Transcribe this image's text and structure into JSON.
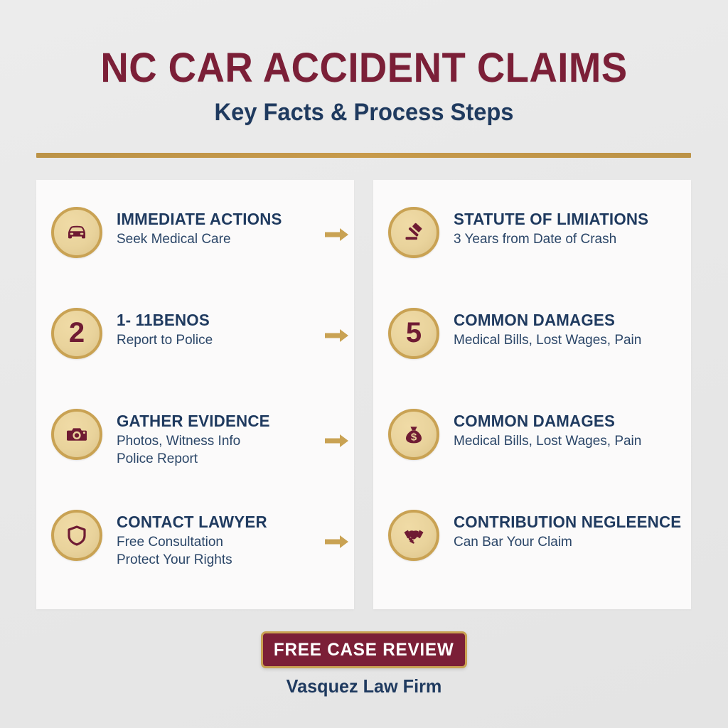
{
  "header": {
    "title": "NC CAR ACCIDENT CLAIMS",
    "subtitle": "Key Facts & Process Steps"
  },
  "colors": {
    "maroon": "#7b1f37",
    "navy": "#1f3a5f",
    "gold": "#c9a253",
    "gold_rule": "#bc9347",
    "medallion_fill": "#e9d39c",
    "panel_bg": "#fbfafa",
    "page_bg": "#e9e9e9",
    "icon_glyph": "#6f1b33"
  },
  "left_panel": {
    "items": [
      {
        "icon": "car-icon",
        "badge_type": "icon",
        "title": "IMMEDIATE ACTIONS",
        "lines": [
          "Seek Medical Care"
        ],
        "arrow": "arrow-right-icon"
      },
      {
        "icon": "number-2-badge",
        "badge_type": "number",
        "number": "2",
        "title": "1- 11BENOS",
        "lines": [
          "Report to Police"
        ],
        "arrow": "arrow-right-icon"
      },
      {
        "icon": "camera-icon",
        "badge_type": "icon",
        "title": "GATHER EVIDENCE",
        "lines": [
          "Photos, Witness Info",
          "Police Report"
        ],
        "arrow": "arrow-right-icon"
      },
      {
        "icon": "shield-icon",
        "badge_type": "icon",
        "title": "CONTACT LAWYER",
        "lines": [
          "Free Consultation",
          "Protect Your Rights"
        ],
        "arrow": "arrow-right-icon"
      }
    ]
  },
  "right_panel": {
    "items": [
      {
        "icon": "gavel-icon",
        "badge_type": "icon",
        "title": "STATUTE OF LIMIATIONS",
        "lines": [
          "3 Years from Date of Crash"
        ],
        "arrow": ""
      },
      {
        "icon": "number-5-badge",
        "badge_type": "number",
        "number": "5",
        "title": "COMMON DAMAGES",
        "lines": [
          "Medical Bills, Lost Wages, Pain"
        ],
        "arrow": ""
      },
      {
        "icon": "money-bag-icon",
        "badge_type": "icon",
        "title": "COMMON DAMAGES",
        "lines": [
          "Medical Bills, Lost Wages, Pain"
        ],
        "arrow": ""
      },
      {
        "icon": "handshake-icon",
        "badge_type": "icon",
        "title": "CONTRIBUTION NEGLEENCE",
        "lines": [
          "Can Bar Your Claim"
        ],
        "arrow": ""
      }
    ]
  },
  "footer": {
    "cta_label": "FREE CASE REVIEW",
    "firm_name": "Vasquez Law Firm"
  }
}
